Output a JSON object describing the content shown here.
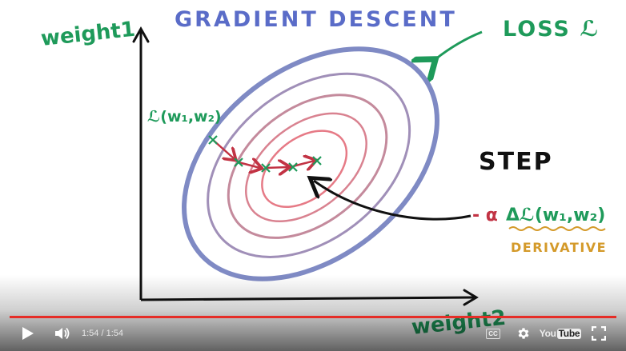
{
  "whiteboard": {
    "title": "GRADIENT DESCENT",
    "y_axis_label": "weight1",
    "x_axis_label": "weight2",
    "loss_label": "LOSS ℒ",
    "point_label": "ℒ(w₁,w₂)",
    "step_label": "STEP",
    "update_formula_minus_alpha": "- α",
    "update_formula_rest": "Δℒ(w₁,w₂)",
    "derivative_label": "DERIVATIVE"
  },
  "colors": {
    "title": "#5a6cc8",
    "green": "#1e9a5a",
    "outer_contour": "#7f8ac4",
    "mid_contour": "#b08fae",
    "inner_contour": "#e27d86",
    "path": "#c23344",
    "marker": "#1e9a5a",
    "derivative": "#d49a2a",
    "progress": "#e52d27"
  },
  "player": {
    "time_display": "1:54 / 1:54",
    "progress_fraction": 1.0,
    "cc_label": "CC",
    "youtube_label_you": "You",
    "youtube_label_tube": "Tube",
    "icons": {
      "play": "play-icon",
      "volume": "volume-icon",
      "cc": "cc-icon",
      "settings": "gear-icon",
      "youtube": "youtube-logo-icon",
      "fullscreen": "fullscreen-icon"
    }
  }
}
